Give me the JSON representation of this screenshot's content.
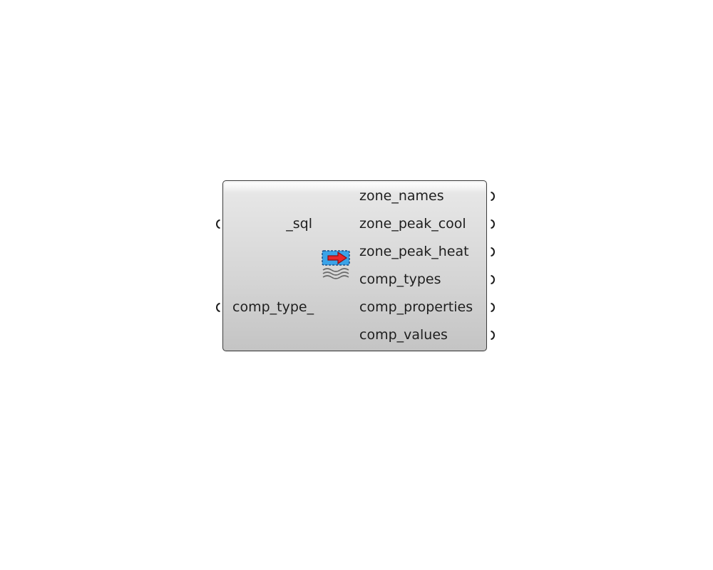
{
  "component": {
    "inputs": [
      {
        "name": "_sql"
      },
      {
        "name": "comp_type_"
      }
    ],
    "outputs": [
      {
        "name": "zone_names"
      },
      {
        "name": "zone_peak_cool"
      },
      {
        "name": "zone_peak_heat"
      },
      {
        "name": "comp_types"
      },
      {
        "name": "comp_properties"
      },
      {
        "name": "comp_values"
      }
    ],
    "icon": "load-sql-results-icon"
  },
  "colors": {
    "canvas_background": "#ffffff",
    "component_fill": "#d6d6d6",
    "component_border": "#3c3c3c",
    "icon_blue": "#3aa3e8",
    "icon_red": "#e8262b"
  }
}
